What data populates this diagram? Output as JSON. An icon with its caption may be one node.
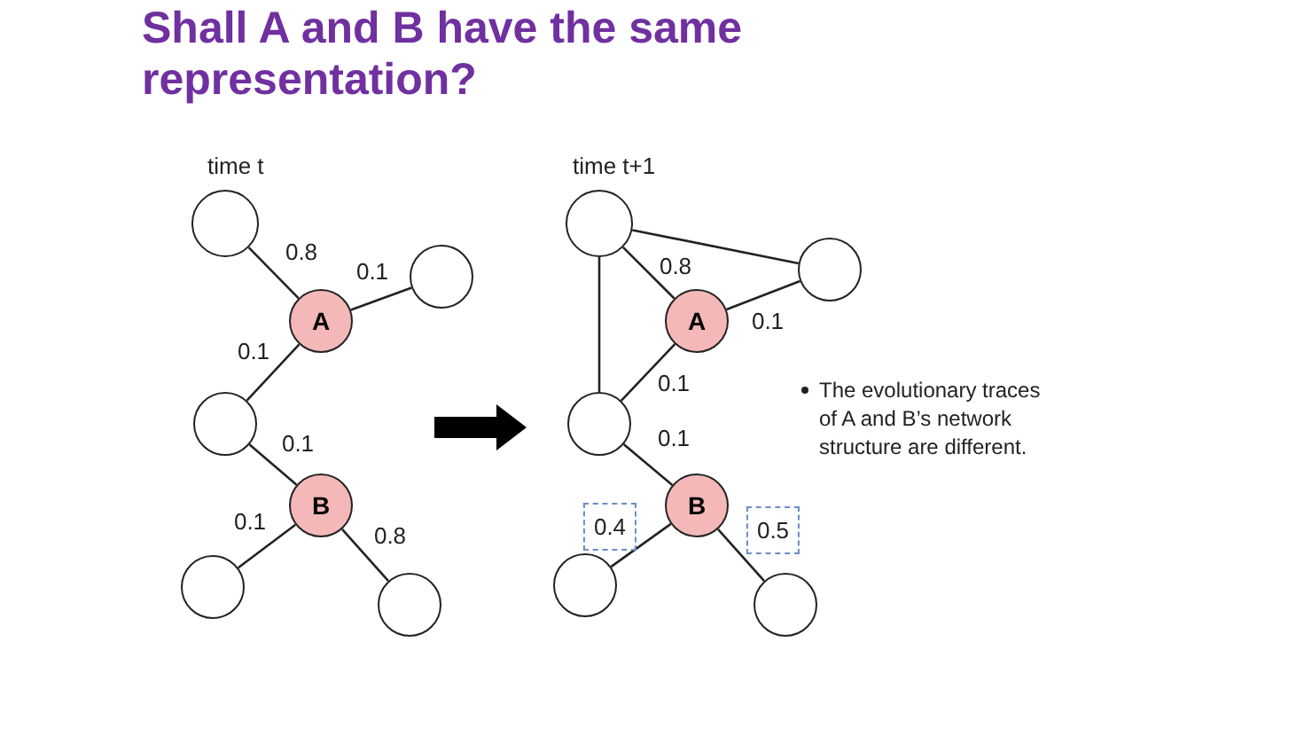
{
  "diagram": {
    "title": "Shall A and B have the same representation?",
    "nodes": [
      {
        "text": [],
        "shape": "circle"
      },
      {
        "text": [
          "A"
        ]
      },
      {
        "text": [],
        "shape": "circle"
      },
      {
        "text": [],
        "shape": "circle"
      },
      {
        "text": [
          "B"
        ]
      },
      {
        "text": [],
        "shape": "circle"
      },
      {
        "text": [],
        "shape": "circle"
      },
      {
        "text": [],
        "shape": "circle"
      },
      {
        "text": [
          "A"
        ]
      },
      {
        "text": [],
        "shape": "circle"
      },
      {
        "text": [],
        "shape": "circle"
      },
      {
        "text": [
          "B"
        ]
      },
      {
        "text": [],
        "shape": "circle"
      },
      {
        "text": [],
        "shape": "circle"
      }
    ],
    "edges": [
      {
        "from": 0,
        "to": 1,
        "arrow": "none",
        "label": "0.8"
      },
      {
        "from": 1,
        "to": 2,
        "arrow": "none",
        "label": "0.1"
      },
      {
        "from": 1,
        "to": 3,
        "arrow": "none",
        "label": "0.1"
      },
      {
        "from": 3,
        "to": 4,
        "arrow": "none",
        "label": "0.1"
      },
      {
        "from": 4,
        "to": 5,
        "arrow": "none",
        "label": "0.1"
      },
      {
        "from": 4,
        "to": 6,
        "arrow": "none",
        "label": "0.8"
      },
      {
        "from": 7,
        "to": 8,
        "arrow": "none",
        "label": "0.8"
      },
      {
        "from": 8,
        "to": 9,
        "arrow": "none",
        "label": "0.1"
      },
      {
        "from": 8,
        "to": 10,
        "arrow": "none",
        "label": "0.1"
      },
      {
        "from": 10,
        "to": 11,
        "arrow": "none",
        "label": "0.1"
      },
      {
        "from": 11,
        "to": 12,
        "arrow": "none",
        "label": "0.4"
      },
      {
        "from": 11,
        "to": 13,
        "arrow": "none",
        "label": "0.5"
      },
      {
        "from": 7,
        "to": 9,
        "arrow": "none"
      },
      {
        "from": 7,
        "to": 10,
        "arrow": "none"
      }
    ],
    "labels": [
      "time t",
      "time t+1",
      "The evolutionary traces of A and B’s network structure are different."
    ]
  }
}
